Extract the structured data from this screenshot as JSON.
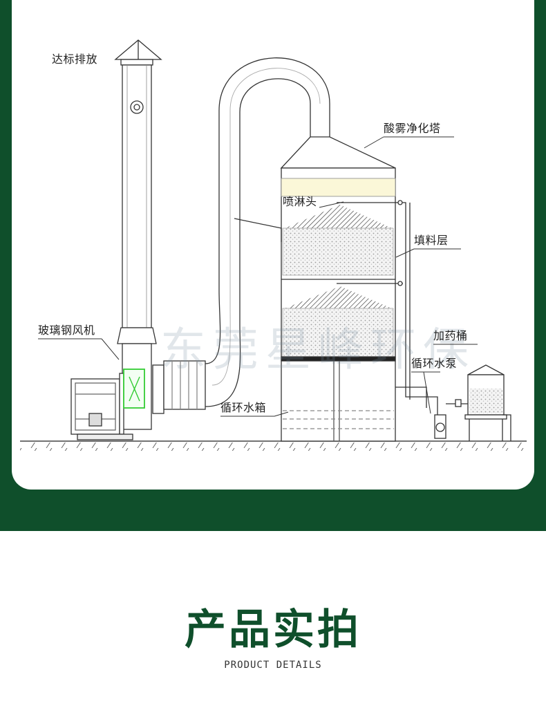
{
  "diagram": {
    "labels": {
      "exhaust": "达标排放",
      "tower": "酸雾净化塔",
      "spray_head": "喷淋头",
      "packing_layer": "填料层",
      "fan": "玻璃钢风机",
      "dosing_tank": "加药桶",
      "pump": "循环水泵",
      "water_tank": "循环水箱"
    },
    "watermark": "东莞星峰环保"
  },
  "section": {
    "title": "产品实拍",
    "subtitle": "PRODUCT DETAILS"
  },
  "colors": {
    "brand_green": "#0f4f2b",
    "fan_highlight": "#33cc33"
  }
}
